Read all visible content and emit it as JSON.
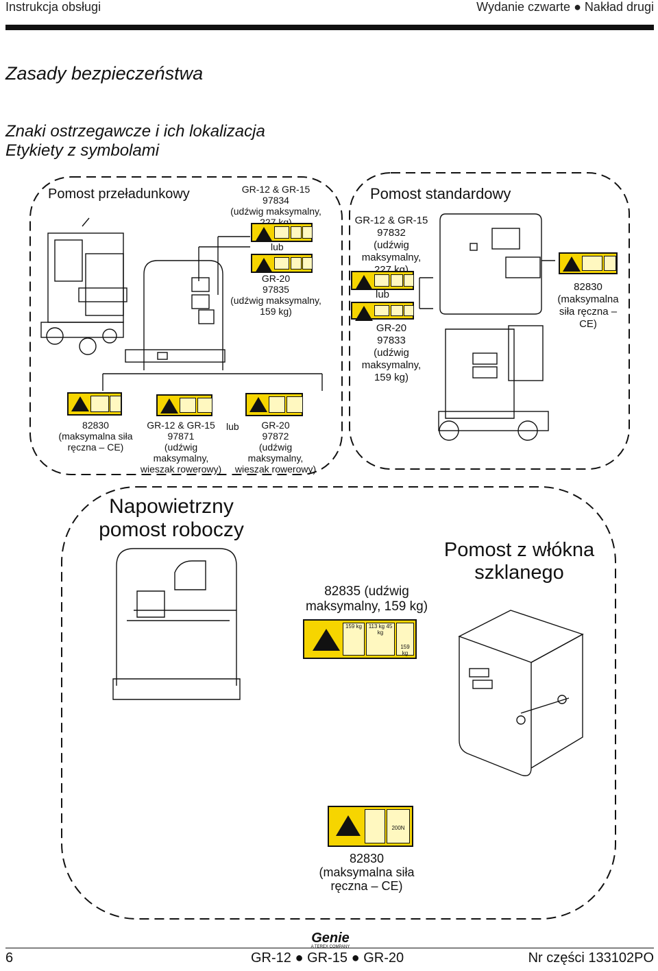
{
  "header": {
    "left": "Instrukcja obsługi",
    "right": "Wydanie czwarte ● Nakład drugi"
  },
  "title": "Zasady bezpieczeństwa",
  "subtitle_line1": "Znaki ostrzegawcze i ich lokalizacja",
  "subtitle_line2": "Etykiety z symbolami",
  "panels": {
    "loading": {
      "title": "Pomost przeładunkowy",
      "gr12_l1": "GR-12 & GR-15",
      "gr12_l2": "97834",
      "gr12_l3": "(udźwig maksymalny,",
      "gr12_l4": "227 kg)",
      "or1": "lub",
      "gr20_l1": "GR-20",
      "gr20_l2": "97835",
      "gr20_l3": "(udźwig maksymalny,",
      "gr20_l4": "159 kg)",
      "ce_l1": "82830",
      "ce_l2": "(maksymalna siła",
      "ce_l3": "ręczna – CE)",
      "bike12_l1": "GR-12 & GR-15",
      "bike12_l2": "97871",
      "bike12_l3": "(udźwig maksymalny,",
      "bike12_l4": "wieszak rowerowy)",
      "or2": "lub",
      "bike20_l1": "GR-20",
      "bike20_l2": "97872",
      "bike20_l3": "(udźwig maksymalny,",
      "bike20_l4": "wieszak rowerowy)"
    },
    "standard": {
      "title": "Pomost standardowy",
      "gr12_l1": "GR-12 & GR-15",
      "gr12_l2": "97832",
      "gr12_l3": "(udźwig",
      "gr12_l4": "maksymalny,",
      "gr12_l5": "227 kg)",
      "or": "lub",
      "gr20_l1": "GR-20",
      "gr20_l2": "97833",
      "gr20_l3": "(udźwig",
      "gr20_l4": "maksymalny,",
      "gr20_l5": "159 kg)",
      "ce_l1": "82830",
      "ce_l2": "(maksymalna",
      "ce_l3": "siła ręczna –",
      "ce_l4": "CE)"
    },
    "aerial": {
      "title_l1": "Napowietrzny",
      "title_l2": "pomost roboczy",
      "cap_l1": "82835 (udźwig",
      "cap_l2": "maksymalny, 159 kg)",
      "decal_a": "159 kg",
      "decal_b": "113 kg",
      "decal_c": "45 kg",
      "decal_d": "159 kg"
    },
    "fiberglass": {
      "title_l1": "Pomost z włókna",
      "title_l2": "szklanego",
      "ce_l1": "82830",
      "ce_l2": "(maksymalna siła",
      "ce_l3": "ręczna – CE)",
      "decal_force": "200N"
    }
  },
  "footer": {
    "page": "6",
    "models": "GR-12 ● GR-15 ● GR-20",
    "part": "Nr części 133102PO",
    "logo": "Genie",
    "logo_sub": "A TEREX COMPANY"
  },
  "colors": {
    "decal_yellow": "#f6d500",
    "ink": "#111111"
  }
}
